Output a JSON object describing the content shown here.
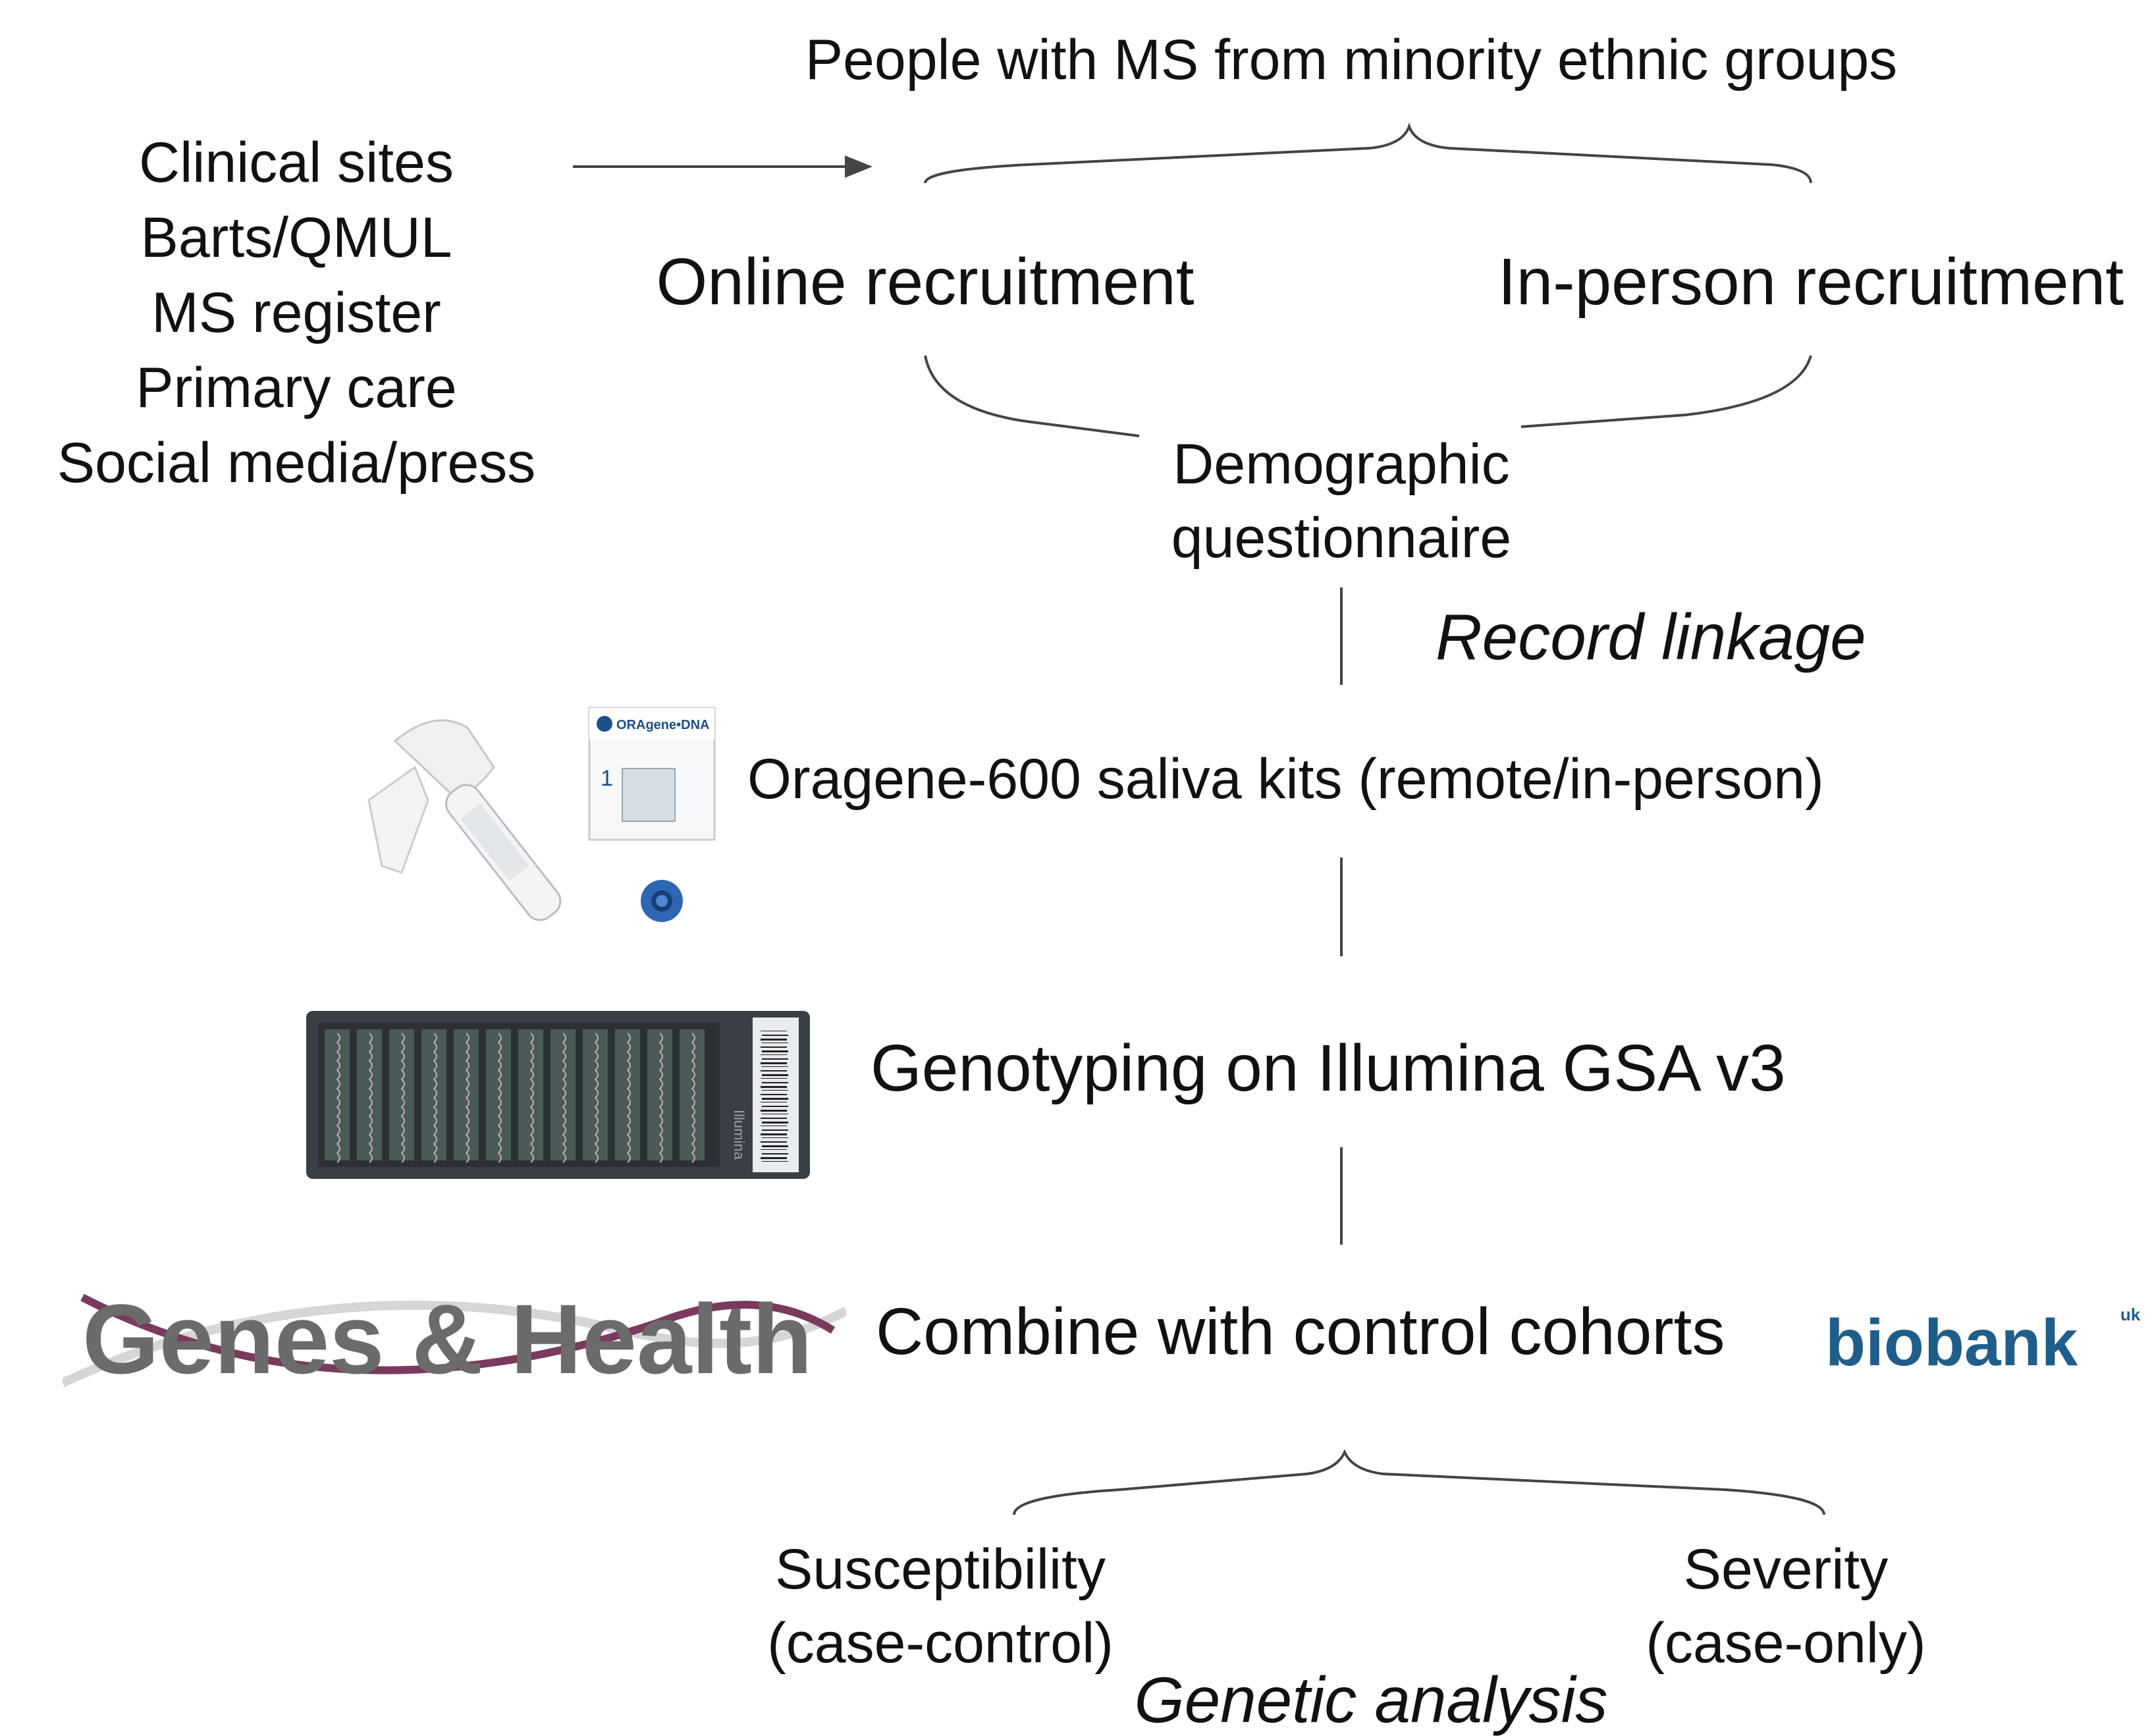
{
  "title": "People with MS from minority ethnic groups",
  "sources": [
    "Clinical sites",
    "Barts/QMUL",
    "MS register",
    "Primary care",
    "Social media/press"
  ],
  "recruitment": {
    "online": "Online recruitment",
    "in_person": "In-person recruitment"
  },
  "questionnaire": [
    "Demographic",
    "questionnaire"
  ],
  "record_linkage": "Record linkage",
  "saliva_kits": "Oragene-600 saliva kits (remote/in-person)",
  "kit_label": "ORAgene•DNA",
  "kit_number": "1",
  "genotyping": "Genotyping on Illumina GSA v3",
  "chip_brand": "Illumina",
  "combine": "Combine with control cohorts",
  "cohort_logos": {
    "genes_health": "Genes & Health",
    "biobank": "biobank",
    "biobank_suffix": "uk"
  },
  "analysis": {
    "susceptibility": [
      "Susceptibility",
      "(case-control)"
    ],
    "severity": [
      "Severity",
      "(case-only)"
    ],
    "label": "Genetic analysis"
  },
  "colors": {
    "line": "#444444",
    "text": "#111111",
    "biobank": "#1f5e8a",
    "genes_purple": "#7a3a5e",
    "chip": "#3a3f45"
  }
}
